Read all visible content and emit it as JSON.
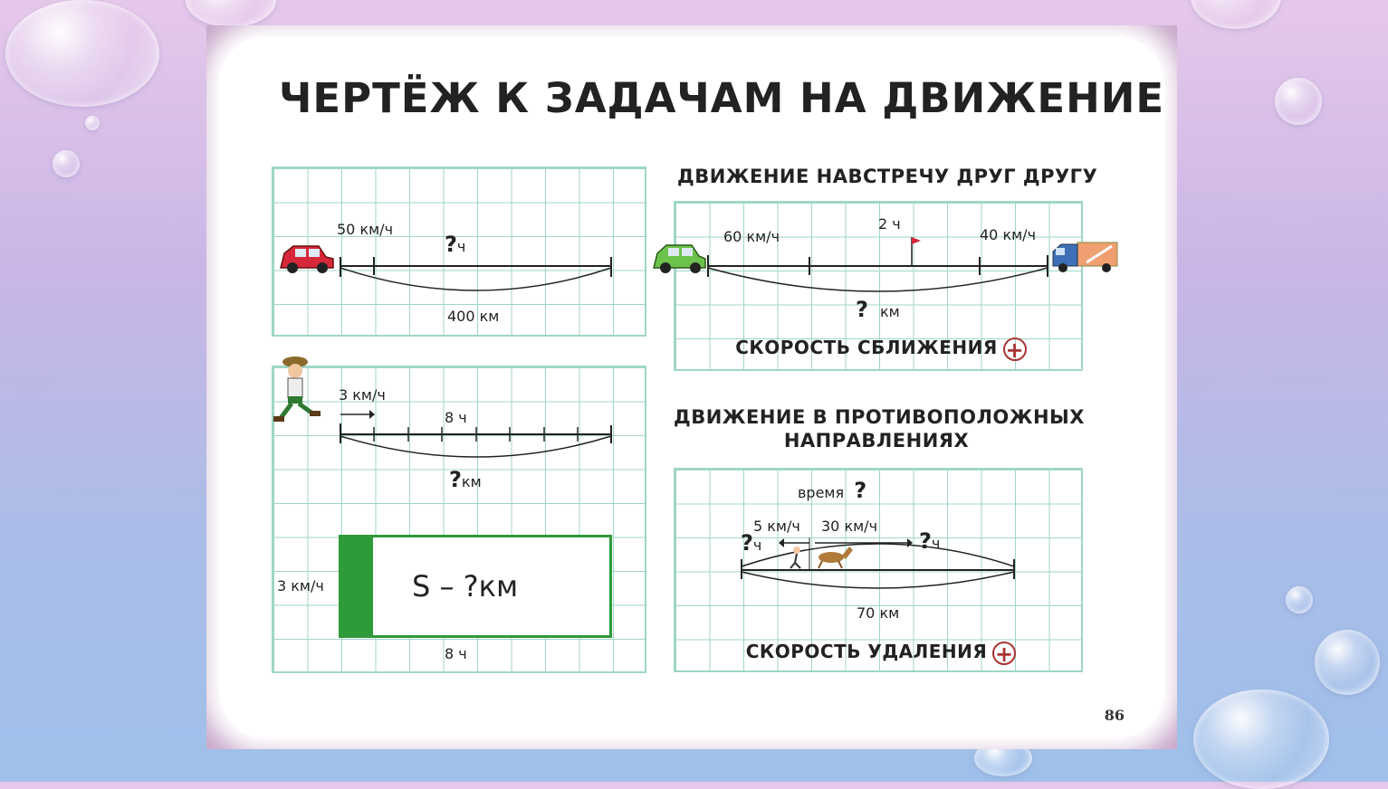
{
  "title": "ЧЕРТЁЖ К ЗАДАЧАМ НА ДВИЖЕНИЕ",
  "diagram1": {
    "speed": "50 км/ч",
    "question": "?",
    "question_unit": "ч",
    "distance": "400 км"
  },
  "diagram2": {
    "speed": "3 км/ч",
    "time": "8 ч",
    "question": "?",
    "question_unit": "км"
  },
  "diagram3": {
    "side_label": "3 км/ч",
    "formula": "S – ?км",
    "bottom_label": "8 ч"
  },
  "diagram4": {
    "heading": "ДВИЖЕНИЕ НАВСТРЕЧУ ДРУГ ДРУГУ",
    "speed_left": "60 км/ч",
    "time": "2 ч",
    "speed_right": "40 км/ч",
    "question": "?",
    "question_unit": "км",
    "footer": "СКОРОСТЬ СБЛИЖЕНИЯ",
    "plus": "+"
  },
  "diagram5": {
    "heading_line1": "ДВИЖЕНИЕ В ПРОТИВОПОЛОЖНЫХ",
    "heading_line2": "НАПРАВЛЕНИЯХ",
    "time_label": "время",
    "time_question": "?",
    "speed_left": "5 км/ч",
    "speed_right": "30 км/ч",
    "q_left": "?",
    "q_left_unit": "ч",
    "q_right": "?",
    "q_right_unit": "ч",
    "distance": "70 км",
    "footer": "СКОРОСТЬ УДАЛЕНИЯ",
    "plus": "+"
  },
  "page_number": "86",
  "colors": {
    "grid": "#9fd6c6",
    "accent_green": "#2e9a3a",
    "red_car": "#d6283a",
    "green_car": "#6cc24a",
    "plus": "#aa3333"
  }
}
